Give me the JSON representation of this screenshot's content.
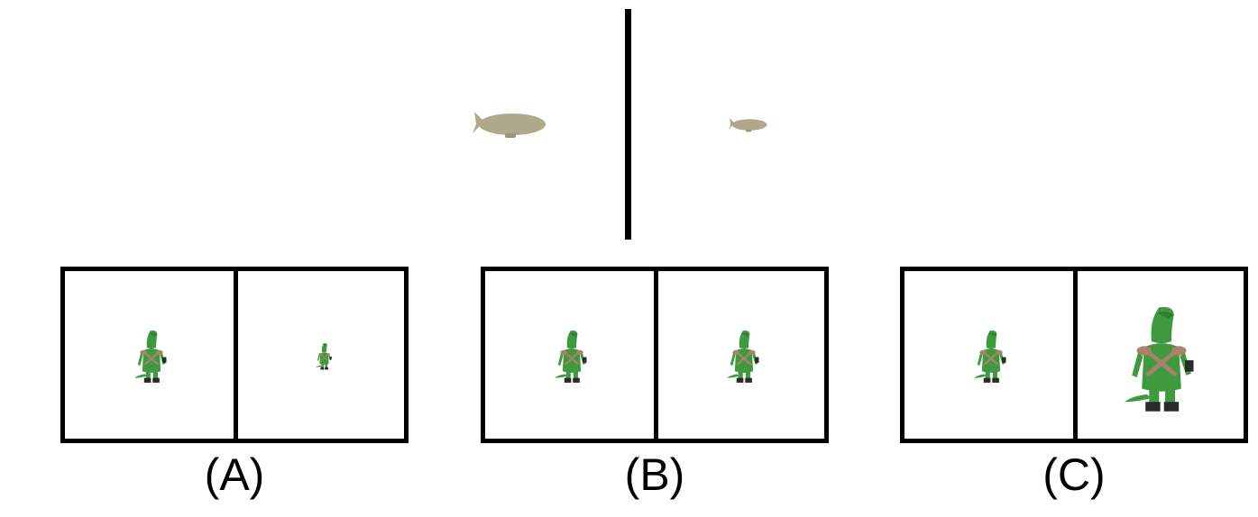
{
  "colors": {
    "frame": "#000000",
    "blimp": "#b0a88c",
    "character_skin": "#3f9a3f",
    "character_strap": "#a8826a",
    "character_boots": "#2a2a2a"
  },
  "top": {
    "left_object": "blimp-icon",
    "right_object": "blimp-icon"
  },
  "panels": [
    {
      "caption": "(A)",
      "left_object": "lizard-character-icon",
      "right_object": "lizard-character-icon"
    },
    {
      "caption": "(B)",
      "left_object": "lizard-character-icon",
      "right_object": "lizard-character-icon"
    },
    {
      "caption": "(C)",
      "left_object": "lizard-character-icon",
      "right_object": "lizard-character-icon"
    }
  ]
}
